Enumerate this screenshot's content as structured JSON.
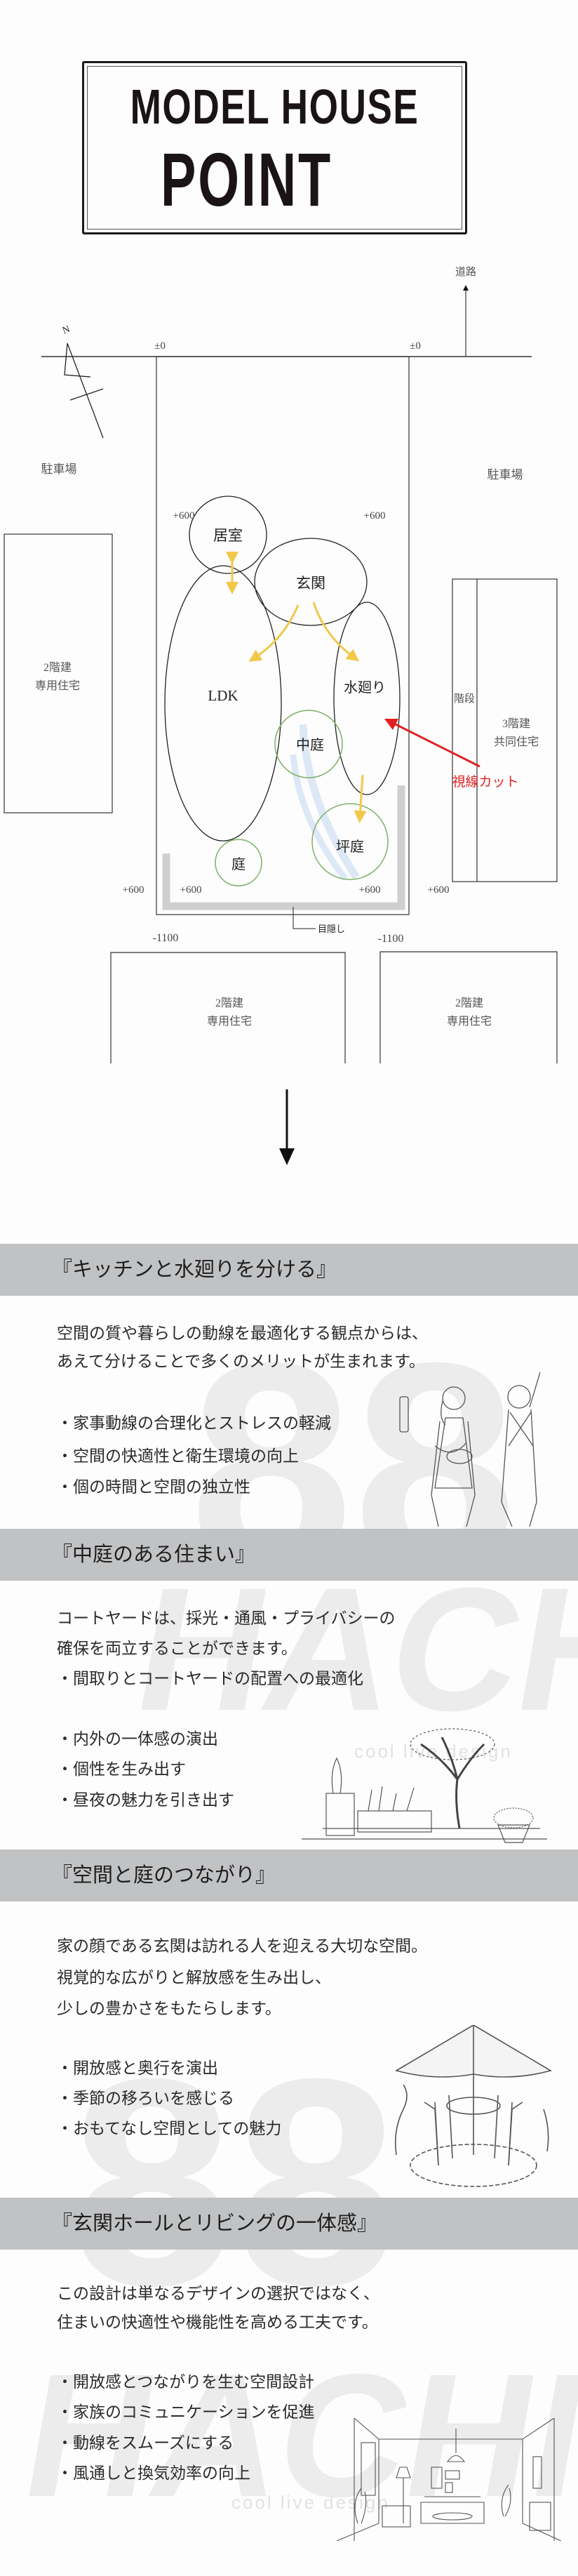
{
  "title": {
    "line1": "MODEL HOUSE",
    "line2": "POINT"
  },
  "site_plan": {
    "road": "道路",
    "level_zero": "±0",
    "north": "N",
    "parking": "駐車場",
    "two_story": "2階建",
    "private_house": "専用住宅",
    "three_story": "3階建",
    "shared_house": "共同住宅",
    "stairs": "階段",
    "rooms": {
      "living": "居室",
      "entrance": "玄関",
      "ldk": "LDK",
      "water": "水廻り",
      "courtyard": "中庭",
      "garden": "庭",
      "tsuboniwa": "坪庭"
    },
    "level_plus": "+600",
    "level_minus": "-1100",
    "screen": "目隠し",
    "sightline_cut": "視線カット",
    "colors": {
      "flow_arrow": "#f2c84b",
      "sightline": "#e02020",
      "garden_circle": "#7fb069",
      "light_path": "#dce8f5",
      "screen_wall": "#cfcfcf"
    }
  },
  "sections": [
    {
      "title": "『キッチンと水廻りを分ける』",
      "body": [
        "空間の質や暮らしの動線を最適化する観点からは、",
        "あえて分けることで多くのメリットが生まれます。"
      ],
      "bullets": [
        "・家事動線の合理化とストレスの軽減",
        "・空間の快適性と衛生環境の向上",
        "・個の時間と空間の独立性"
      ]
    },
    {
      "title": "『中庭のある住まい』",
      "body": [
        "コートヤードは、採光・通風・プライバシーの",
        "確保を両立することができます。"
      ],
      "bullets": [
        "・間取りとコートヤードの配置への最適化",
        "・内外の一体感の演出",
        "・個性を生み出す",
        "・昼夜の魅力を引き出す"
      ]
    },
    {
      "title": "『空間と庭のつながり』",
      "body": [
        "家の顔である玄関は訪れる人を迎える大切な空間。",
        "視覚的な広がりと解放感を生み出し、",
        "少しの豊かさをもたらします。"
      ],
      "bullets": [
        "・開放感と奥行を演出",
        "・季節の移ろいを感じる",
        "・おもてなし空間としての魅力"
      ]
    },
    {
      "title": "『玄関ホールとリビングの一体感』",
      "body": [
        "この設計は単なるデザインの選択ではなく、",
        "住まいの快適性や機能性を高める工夫です。"
      ],
      "bullets": [
        "・開放感とつながりを生む空間設計",
        "・家族のコミュニケーションを促進",
        "・動線をスムーズにする",
        "・風通しと換気効率の向上"
      ]
    }
  ],
  "watermark": {
    "number": "88",
    "brand": "HACHIYA",
    "tagline": "cool live design"
  }
}
